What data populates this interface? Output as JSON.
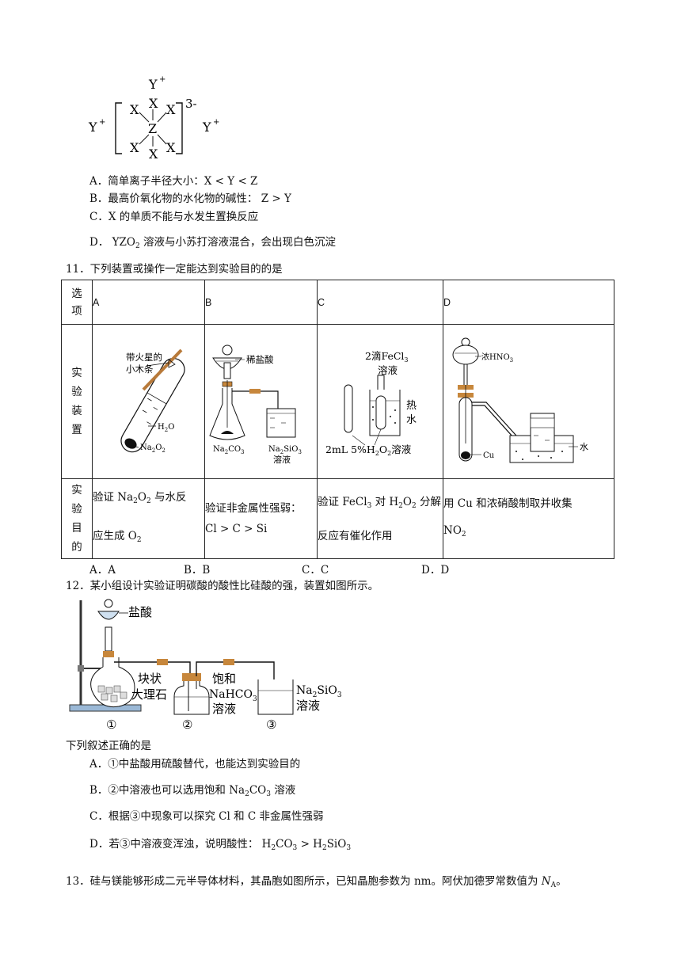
{
  "q10": {
    "structure": {
      "y": "Y",
      "x": "X",
      "z": "Z",
      "charge": "3-",
      "plus": "+"
    },
    "options": [
      {
        "key": "A．",
        "text": "简单离子半径大小：X < Y < Z"
      },
      {
        "key": "B．",
        "text": "最高价氧化物的水化物的碱性：  Z > Y"
      },
      {
        "key": "C．",
        "text": "X 的单质不能与水发生置换反应"
      },
      {
        "key": "D．",
        "pre": "YZO",
        "sub": "2",
        "post": " 溶液与小苏打溶液混合，会出现白色沉淀"
      }
    ]
  },
  "q11": {
    "stem": "11．下列装置或操作一定能达到实验目的的是",
    "row_labels": {
      "option": "选项",
      "apparatus": "实验装置",
      "purpose": "实验目的"
    },
    "columns": [
      "A",
      "B",
      "C",
      "D"
    ],
    "figure_labels": {
      "A": {
        "splint": "带火星的小木条",
        "water": "H2O",
        "reagent": "Na2O2"
      },
      "B": {
        "acid": "稀盐酸",
        "solid": "Na2CO3",
        "solution": "Na2SiO3",
        "solution2": "溶液"
      },
      "C": {
        "drops": "2滴FeCl3",
        "drops2": "溶液",
        "hot": "热",
        "water": "水",
        "tube": "2mL 5%H2O2溶液"
      },
      "D": {
        "acid": "浓HNO3",
        "metal": "Cu",
        "water": "水"
      }
    },
    "purposes": {
      "A": {
        "l1": "验证 Na2O2 与水反",
        "l2": "应生成 O2"
      },
      "B": {
        "l1": "验证非金属性强弱：",
        "l2": "Cl > C > Si"
      },
      "C": {
        "l1": "验证 FeCl3 对 H2O2 分解",
        "l2": "反应有催化作用"
      },
      "D": {
        "l1": "用 Cu 和浓硝酸制取并收集",
        "l2": "NO2"
      }
    },
    "options": [
      "A．A",
      "B．B",
      "C．C",
      "D．D"
    ]
  },
  "q12": {
    "stem": "12．某小组设计实验证明碳酸的酸性比硅酸的强，装置如图所示。",
    "figure_labels": {
      "acid": "盐酸",
      "solid1": "块状",
      "solid2": "大理石",
      "sat1": "饱和",
      "sat2": "NaHCO3",
      "sat3": "溶液",
      "sil1": "Na2SiO3",
      "sil2": "溶液",
      "n1": "①",
      "n2": "②",
      "n3": "③"
    },
    "lead": "下列叙述正确的是",
    "options": [
      {
        "key": "A．",
        "text": "①中盐酸用硫酸替代，也能达到实验目的"
      },
      {
        "key": "B．",
        "text": "②中溶液也可以选用饱和 Na2CO3 溶液"
      },
      {
        "key": "C．",
        "text": "根据③中现象可以探究 Cl 和 C 非金属性强弱"
      },
      {
        "key": "D．",
        "text": "若③中溶液变浑浊，说明酸性：  H2CO3 > H2SiO3"
      }
    ]
  },
  "q13": {
    "stem": "13．硅与镁能够形成二元半导体材料，其晶胞如图所示，已知晶胞参数为 nm。阿伏加德罗常数值为 NA。"
  }
}
